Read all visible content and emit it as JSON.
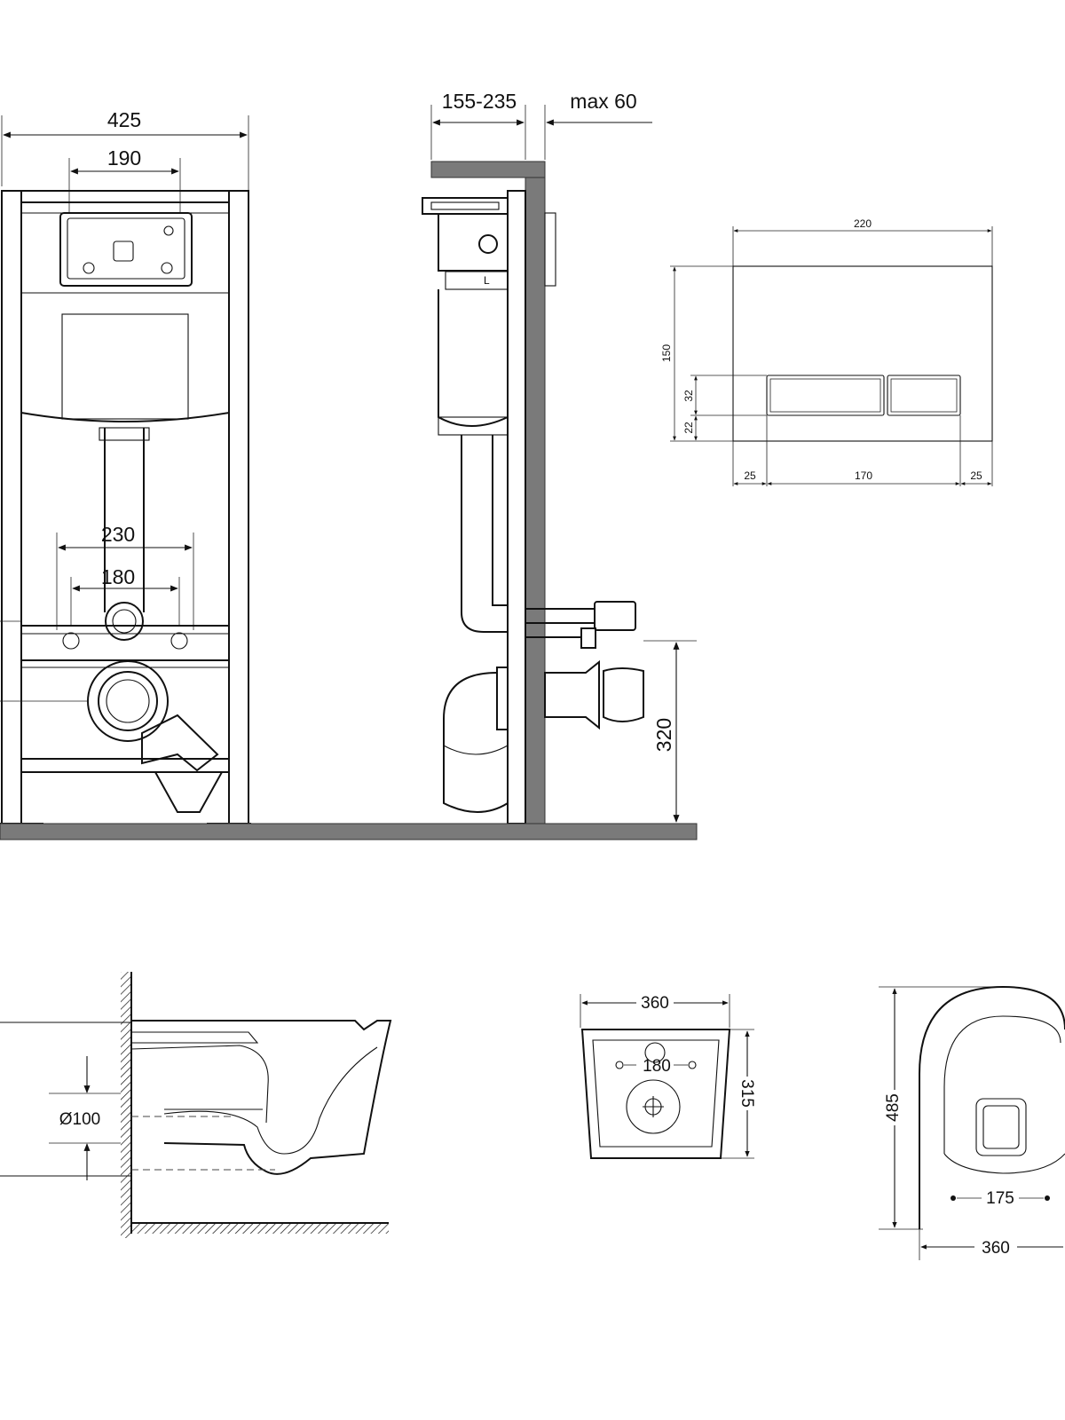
{
  "frame_front": {
    "width_total": "425",
    "width_inner": "190",
    "bolt_outer": "230",
    "bolt_inner": "180"
  },
  "frame_side": {
    "depth": "155-235",
    "max_wall": "max 60",
    "inlet_height": "320"
  },
  "flush_plate": {
    "width": "220",
    "height": "150",
    "button_h": "32",
    "button_bottom": "22",
    "margin_left": "25",
    "button_span": "170",
    "margin_right": "25"
  },
  "bowl_side": {
    "outlet_diameter": "Ø100"
  },
  "bowl_back": {
    "width": "360",
    "depth": "315",
    "bolt_spacing": "180"
  },
  "bowl_top": {
    "length": "485",
    "hole_spacing": "175",
    "width": "360"
  }
}
